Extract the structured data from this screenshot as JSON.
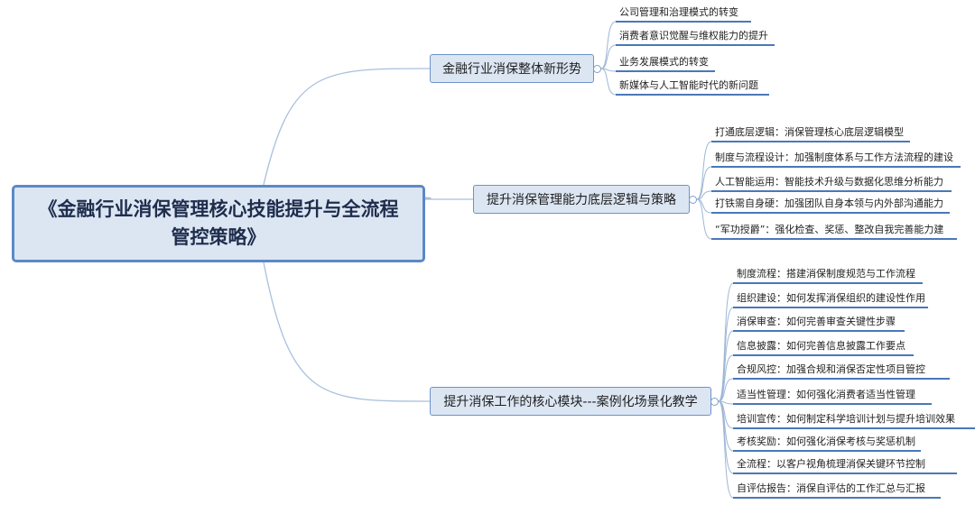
{
  "root": {
    "title": "《金融行业消保管理核心技能提升与全流程管控策略》"
  },
  "branches": [
    {
      "label": "金融行业消保整体新形势",
      "leaves": [
        "公司管理和治理模式的转变",
        "消费者意识觉醒与维权能力的提升",
        "业务发展模式的转变",
        "新媒体与人工智能时代的新问题"
      ]
    },
    {
      "label": "提升消保管理能力底层逻辑与策略",
      "leaves": [
        "打通底层逻辑：消保管理核心底层逻辑模型",
        "制度与流程设计：加强制度体系与工作方法流程的建设",
        "人工智能运用：智能技术升级与数据化思维分析能力",
        "打铁需自身硬：加强团队自身本领与内外部沟通能力",
        "“军功授爵”：强化检查、奖惩、整改自我完善能力建"
      ]
    },
    {
      "label": "提升消保工作的核心模块---案例化场景化教学",
      "leaves": [
        "制度流程：搭建消保制度规范与工作流程",
        "组织建设：如何发挥消保组织的建设性作用",
        "消保审查：如何完善审查关键性步骤",
        "信息披露：如何完善信息披露工作要点",
        "合规风控：加强合规和消保否定性项目管控",
        "适当性管理：如何强化消费者适当性管理",
        "培训宣传：如何制定科学培训计划与提升培训效果",
        "考核奖励：如何强化消保考核与奖惩机制",
        "全流程：以客户视角梳理消保关键环节控制",
        "自评估报告：消保自评估的工作汇总与汇报"
      ]
    }
  ]
}
